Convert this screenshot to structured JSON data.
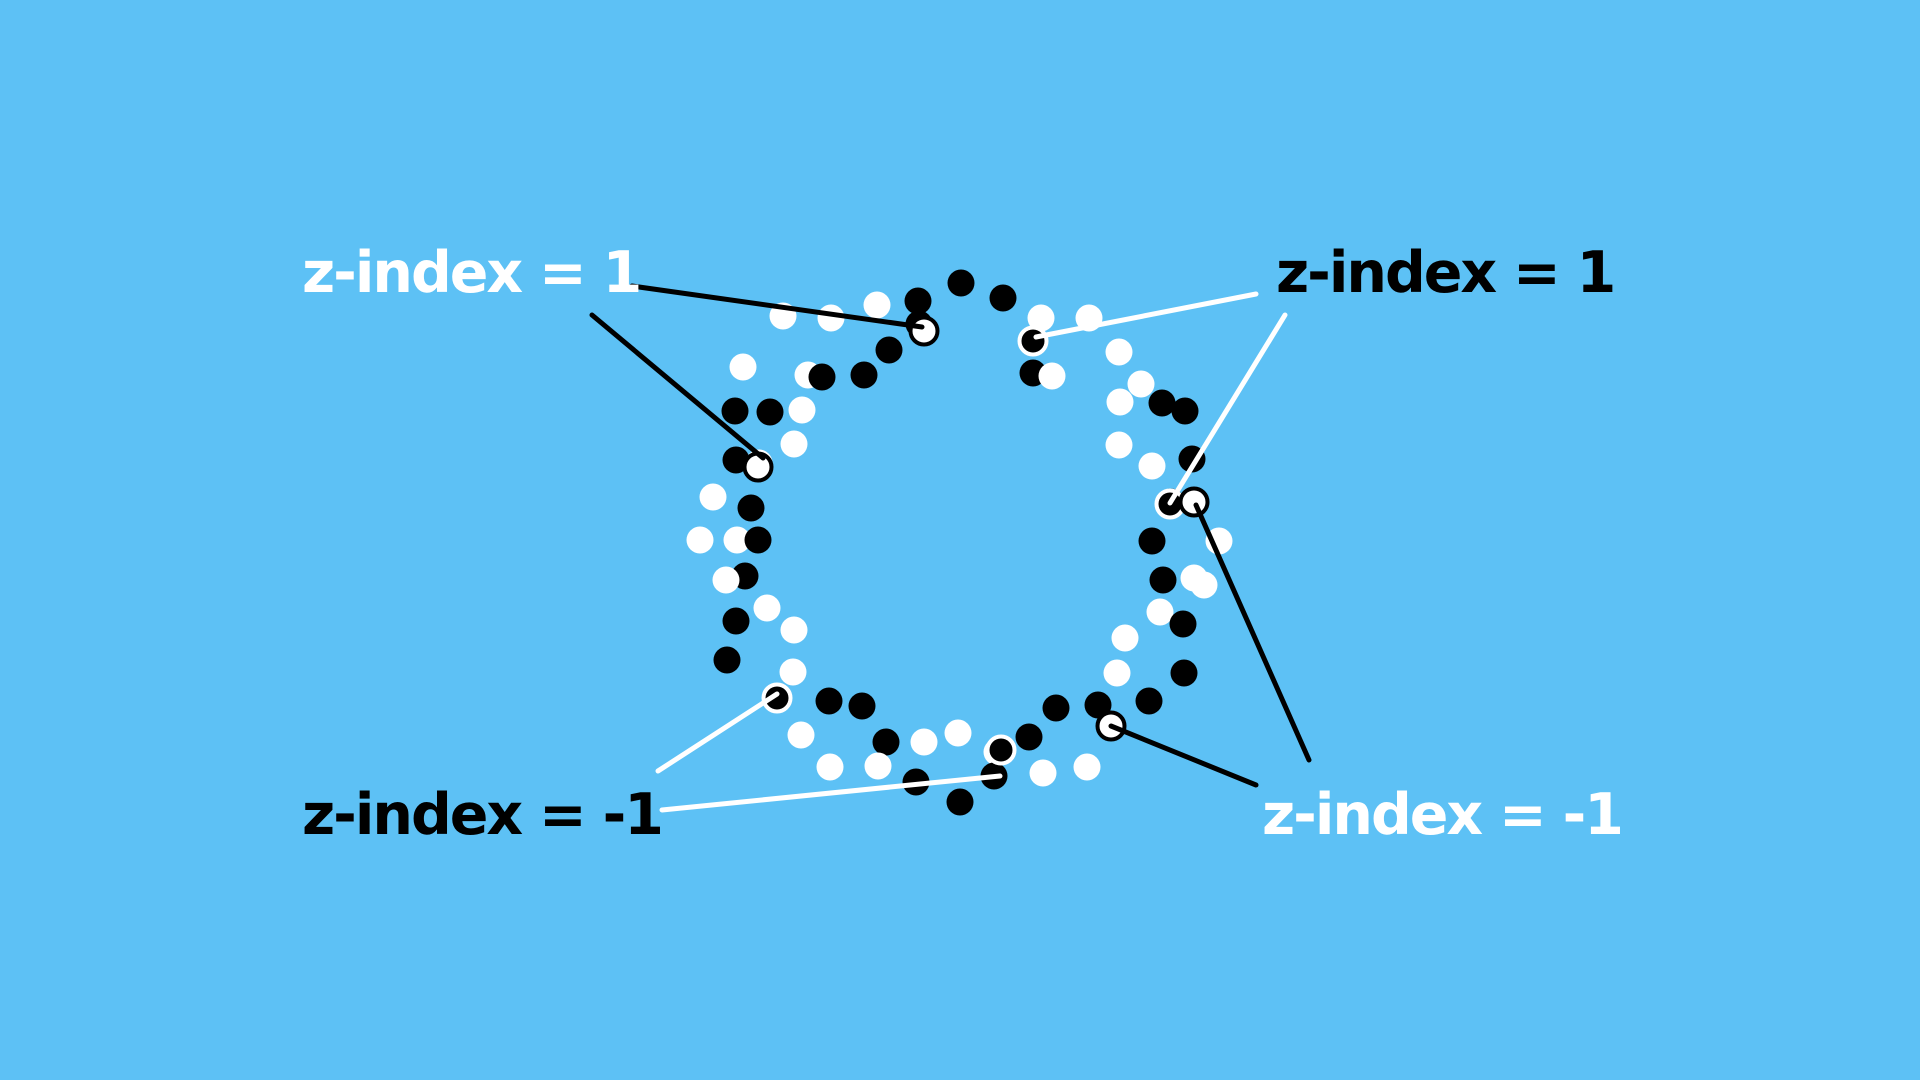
{
  "background_color": "#5DC1F5",
  "labels": {
    "top_left": {
      "text": "z-index = 1",
      "color": "#FFFFFF"
    },
    "top_right": {
      "text": "z-index = 1",
      "color": "#000000"
    },
    "bottom_left": {
      "text": "z-index = -1",
      "color": "#000000"
    },
    "bottom_right": {
      "text": "z-index = -1",
      "color": "#FFFFFF"
    }
  },
  "dot_colors": {
    "dark": "#000000",
    "light": "#FFFFFF"
  }
}
